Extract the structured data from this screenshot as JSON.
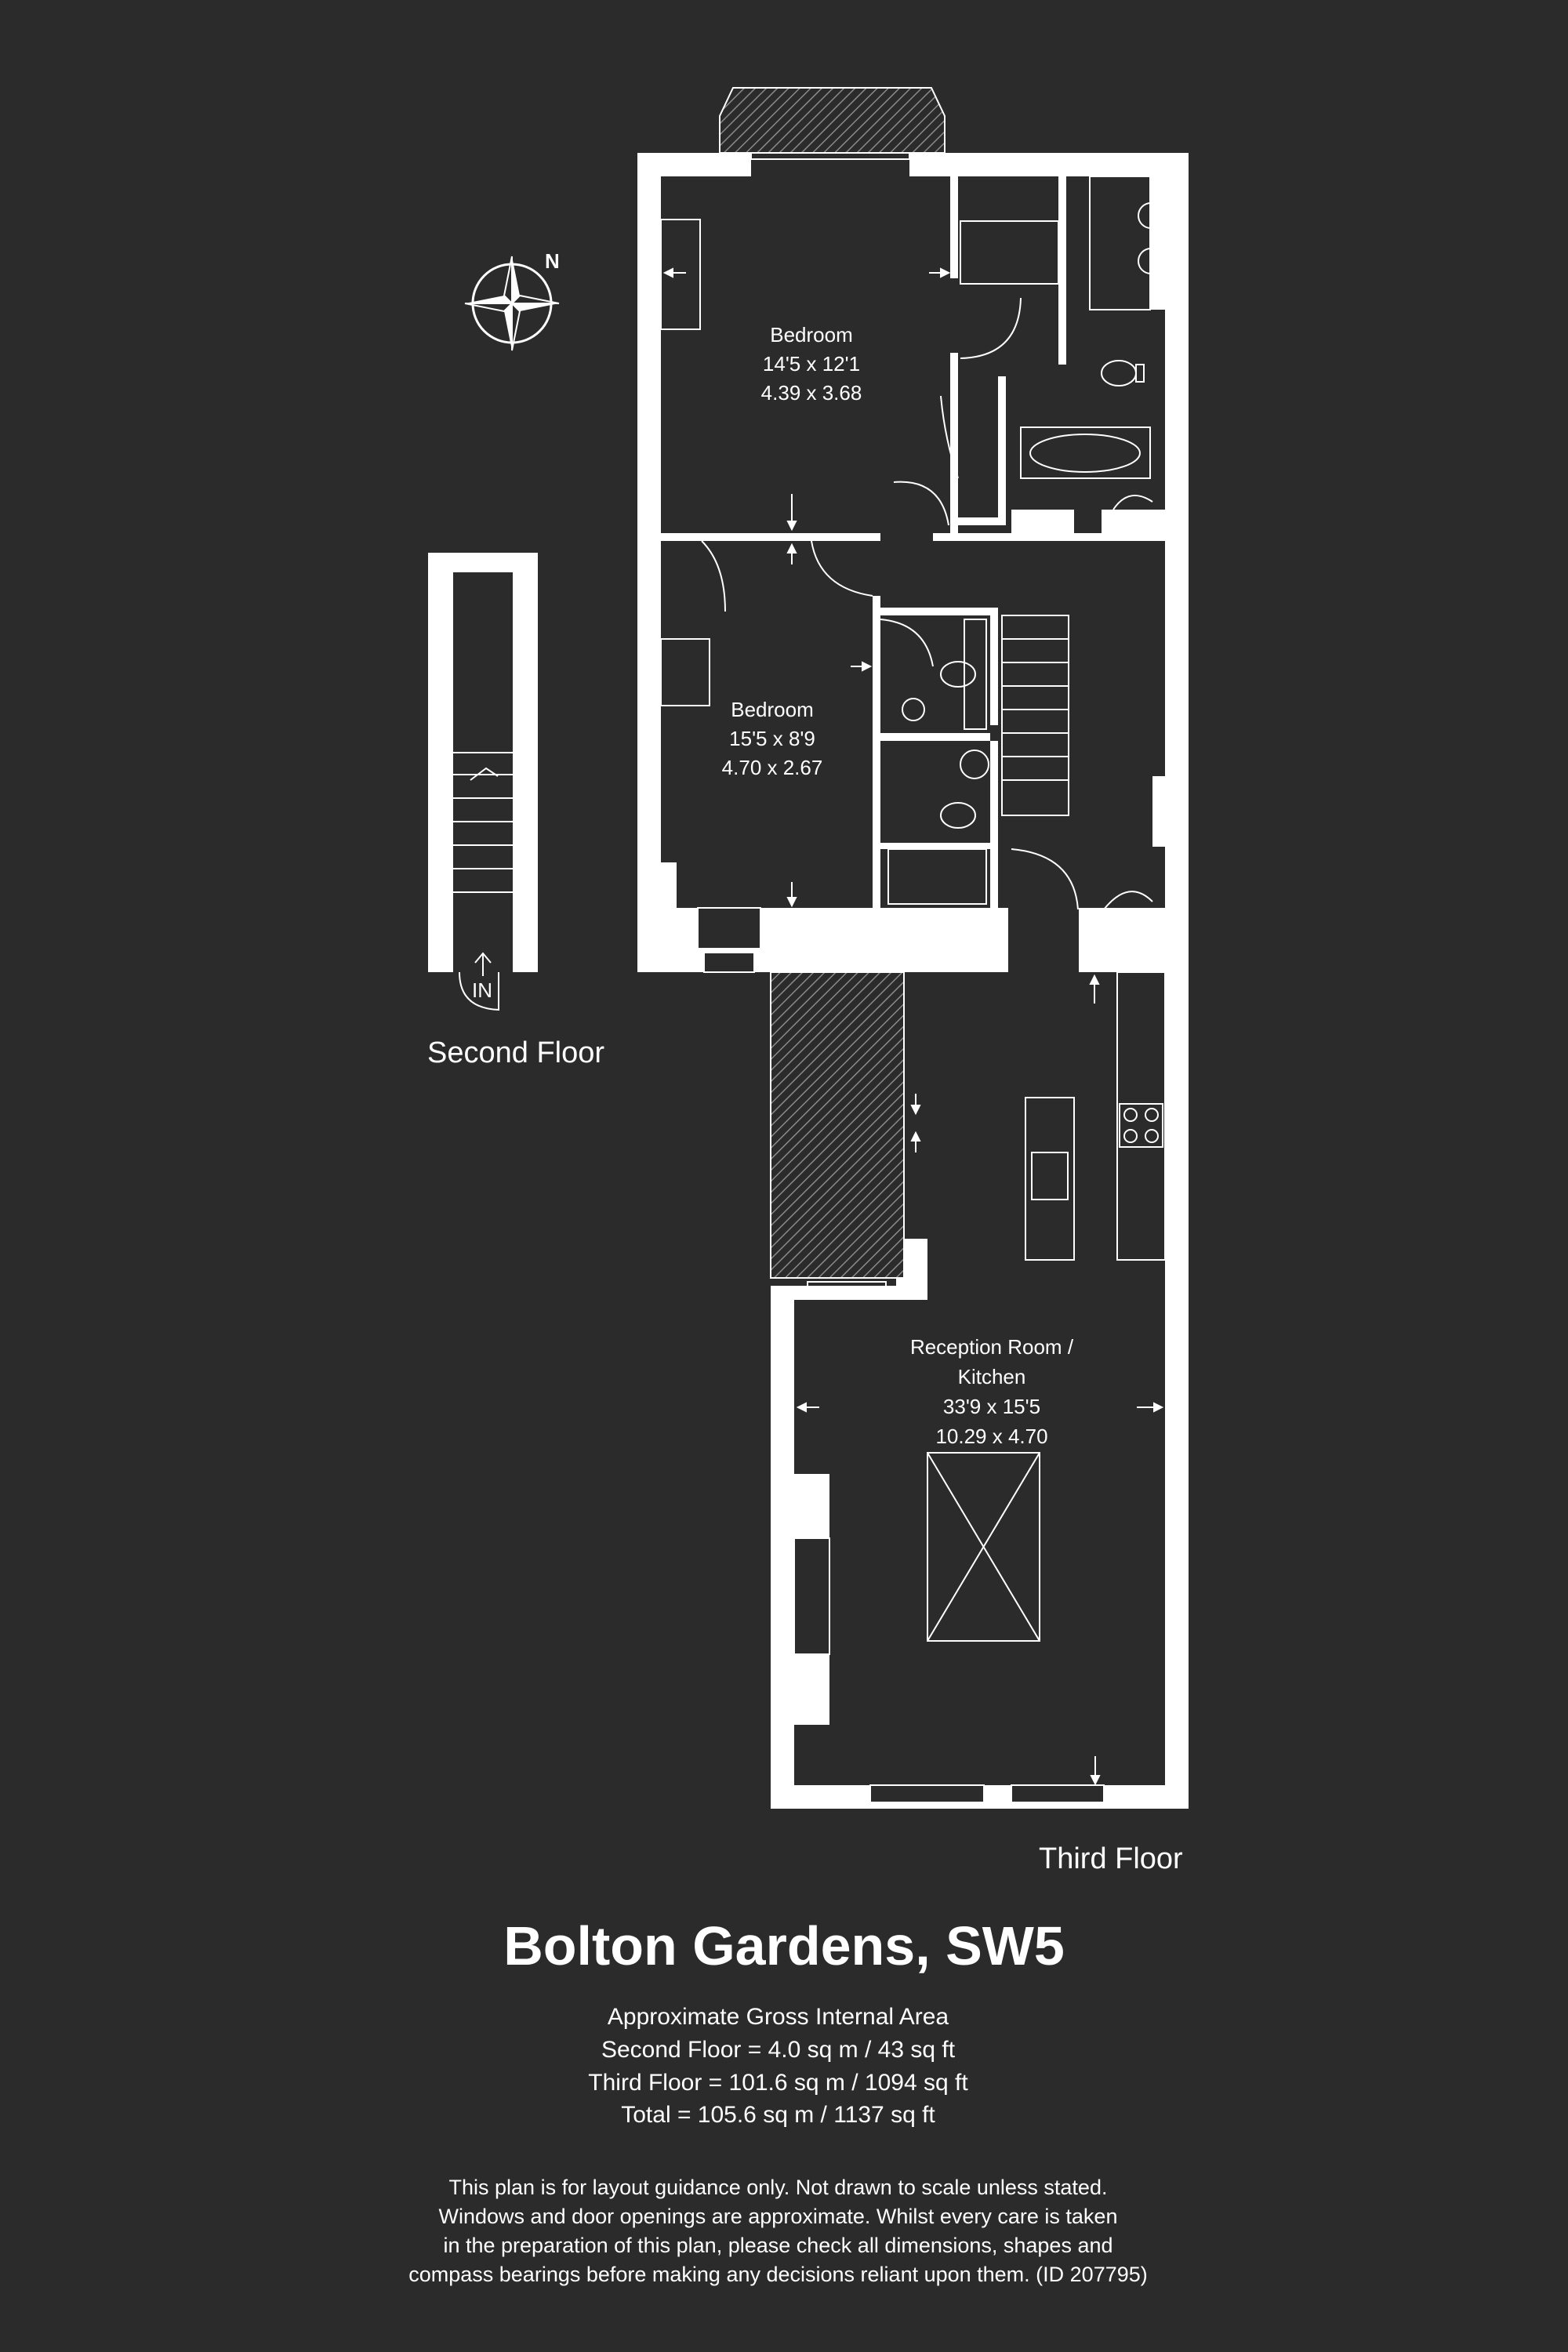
{
  "compass": {
    "north_label": "N"
  },
  "rooms": {
    "bedroom_1": {
      "name": "Bedroom",
      "imperial": "14'5 x 12'1",
      "metric": "4.39 x 3.68"
    },
    "bedroom_2": {
      "name": "Bedroom",
      "imperial": "15'5 x 8'9",
      "metric": "4.70 x 2.67"
    },
    "reception": {
      "name_line1": "Reception Room /",
      "name_line2": "Kitchen",
      "imperial": "33'9 x 15'5",
      "metric": "10.29 x 4.70"
    }
  },
  "entrance": {
    "label": "IN"
  },
  "floors": {
    "second": "Second Floor",
    "third": "Third Floor"
  },
  "title": "Bolton Gardens, SW5",
  "area": {
    "heading": "Approximate Gross Internal Area",
    "second_floor": "Second Floor = 4.0 sq m / 43 sq ft",
    "third_floor": "Third Floor = 101.6 sq m / 1094 sq ft",
    "total": "Total = 105.6 sq m / 1137 sq ft"
  },
  "disclaimer": [
    "This plan is for layout guidance only. Not drawn to scale unless stated.",
    "Windows and door openings are approximate. Whilst every care is taken",
    "in the preparation of this plan, please check all dimensions, shapes and",
    "compass bearings before making any decisions reliant upon them. (ID 207795)"
  ],
  "colors": {
    "background": "#2b2b2b",
    "walls": "#ffffff"
  }
}
